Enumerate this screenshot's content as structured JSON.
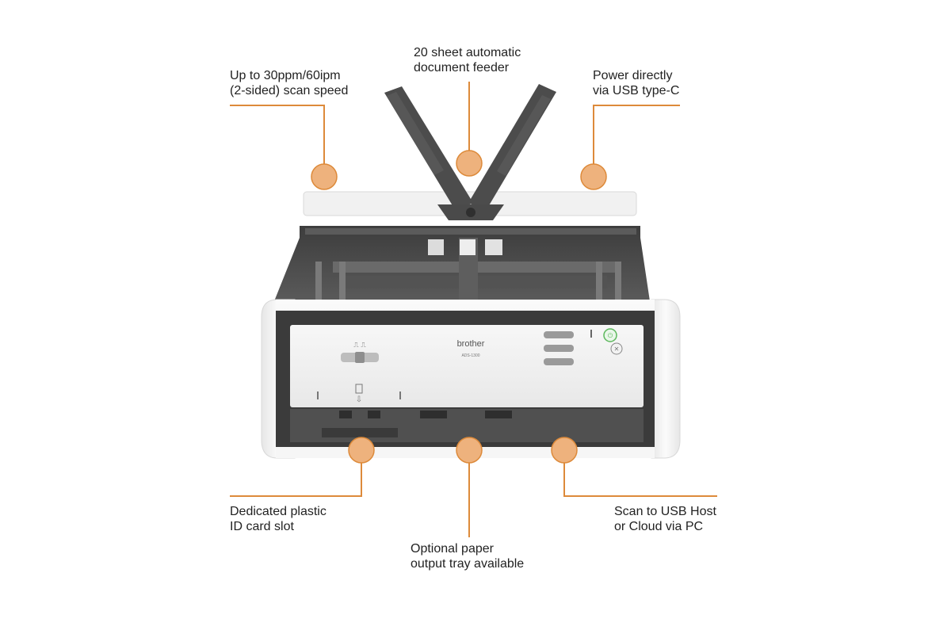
{
  "scanner": {
    "brand": "brother",
    "model": "ADS-1300"
  },
  "colors": {
    "accent": "#dd8a3a",
    "accent_fill": "#eeb27d",
    "scanner_dark": "#4a4a4a",
    "scanner_body": "#f4f4f4",
    "background": "#ffffff",
    "text": "#222222",
    "power_green": "#5cb85c"
  },
  "callouts": [
    {
      "id": "scan-speed",
      "lines": [
        "Up to 30ppm/60ipm",
        "(2-sided) scan speed"
      ]
    },
    {
      "id": "adf",
      "lines": [
        "20 sheet automatic",
        "document feeder"
      ]
    },
    {
      "id": "usb-power",
      "lines": [
        "Power directly",
        "via USB type-C"
      ]
    },
    {
      "id": "id-card-slot",
      "lines": [
        "Dedicated plastic",
        "ID card slot"
      ]
    },
    {
      "id": "output-tray",
      "lines": [
        "Optional paper",
        "output tray available"
      ]
    },
    {
      "id": "scan-to-usb",
      "lines": [
        "Scan to USB Host",
        "or Cloud via PC"
      ]
    }
  ]
}
